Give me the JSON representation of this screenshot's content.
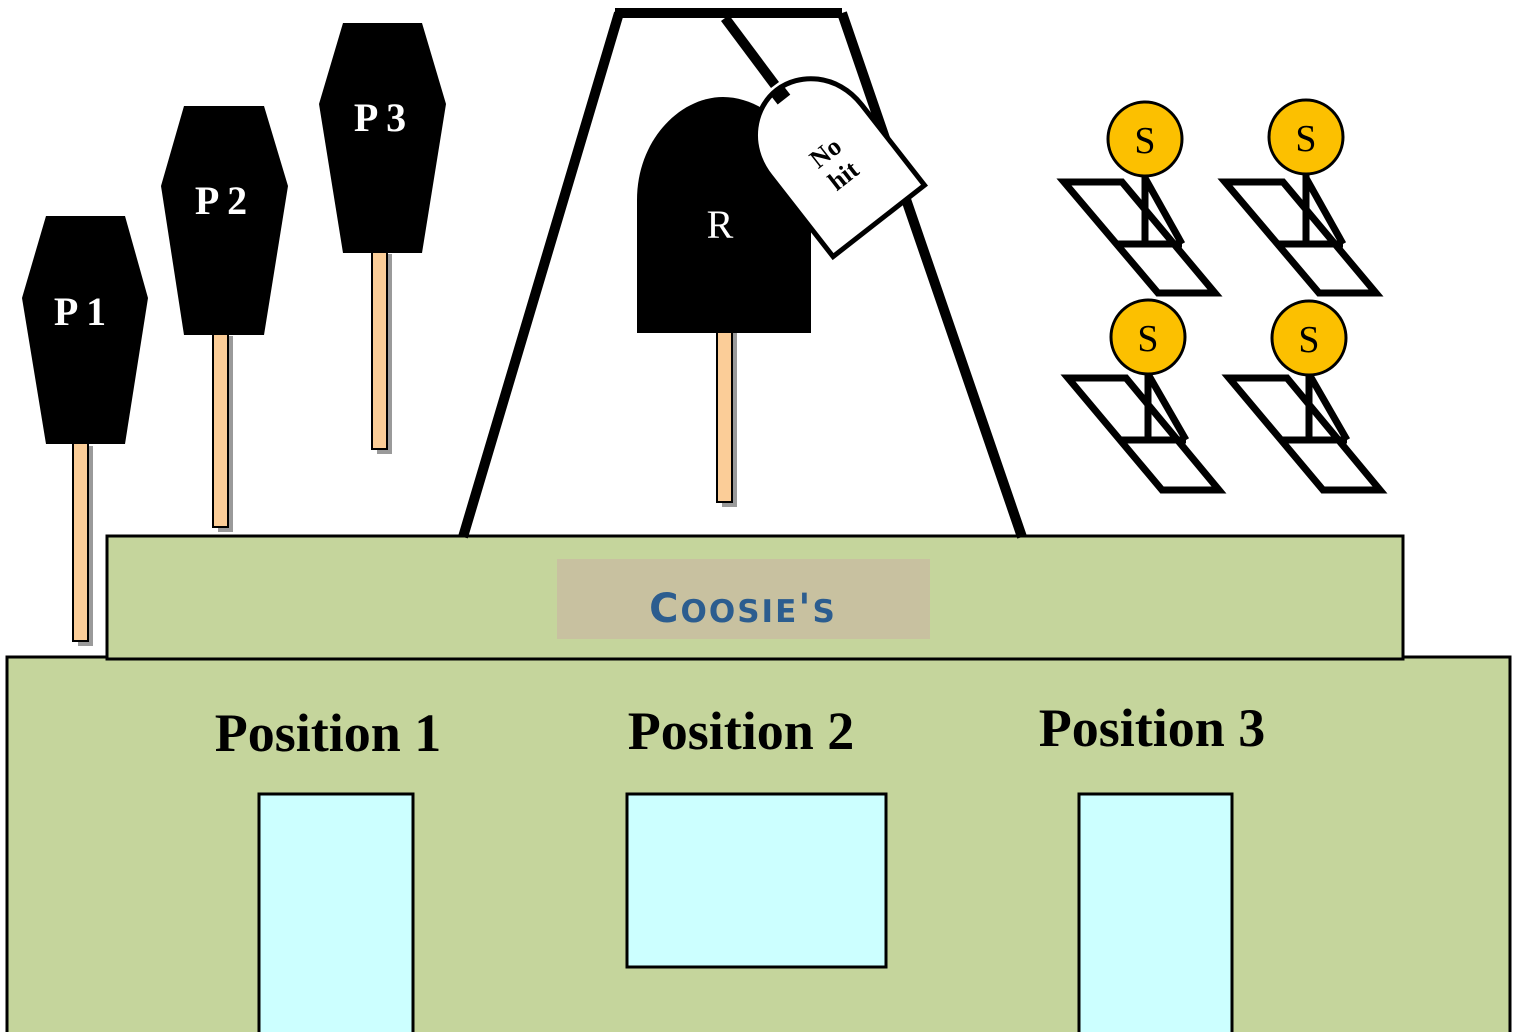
{
  "colors": {
    "building": "#c5d59c",
    "outline": "#000000",
    "window": "#ccffff",
    "stick": "#fbcd98",
    "sign_bg": "#c8c1a0",
    "sign_text": "#2c5d8f",
    "coin": "#fcc000",
    "paddle": "#000000"
  },
  "paddles": [
    {
      "label": "P 1"
    },
    {
      "label": "P 2"
    },
    {
      "label": "P 3"
    }
  ],
  "robber": {
    "label": "R"
  },
  "tag": {
    "line1": "No",
    "line2": "hit"
  },
  "switches": [
    {
      "label": "S"
    },
    {
      "label": "S"
    },
    {
      "label": "S"
    },
    {
      "label": "S"
    }
  ],
  "sign": {
    "big1": "C",
    "small1": "OOSIE",
    "apostrophe": "'",
    "small2": "S"
  },
  "positions": [
    {
      "label": "Position 1"
    },
    {
      "label": "Position 2"
    },
    {
      "label": "Position 3"
    }
  ]
}
